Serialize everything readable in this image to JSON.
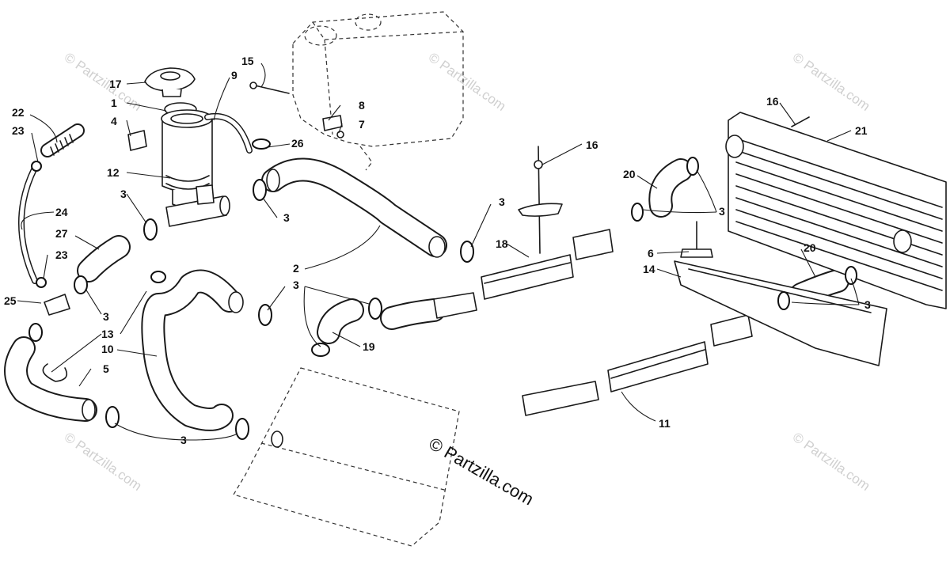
{
  "watermark_text": "© Partzilla.com",
  "brand_text": "© Partzilla.com",
  "callouts": {
    "n1": "1",
    "n2": "2",
    "n3": "3",
    "n4": "4",
    "n5": "5",
    "n6": "6",
    "n7": "7",
    "n8": "8",
    "n9": "9",
    "n10": "10",
    "n11": "11",
    "n12": "12",
    "n13": "13",
    "n14": "14",
    "n15": "15",
    "n16": "16",
    "n17": "17",
    "n18": "18",
    "n19": "19",
    "n20": "20",
    "n21": "21",
    "n22": "22",
    "n23": "23",
    "n24": "24",
    "n25": "25",
    "n26": "26",
    "n27": "27"
  }
}
